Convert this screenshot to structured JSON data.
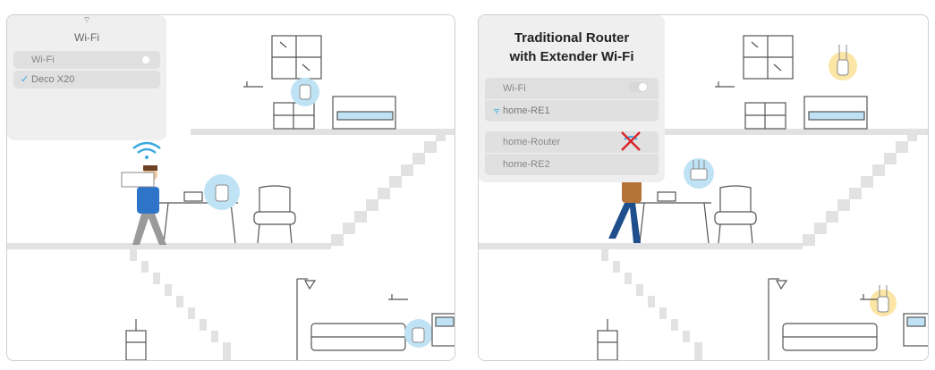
{
  "left_panel": {
    "card": {
      "title": "Wi-Fi",
      "wifi_toggle_label": "Wi-Fi",
      "networks": [
        {
          "name": "Deco X20",
          "selected": true
        }
      ]
    }
  },
  "right_panel": {
    "card": {
      "title_line1": "Traditional Router",
      "title_line2": "with Extender Wi-Fi",
      "wifi_toggle_label": "Wi-Fi",
      "connected_network": "home-RE1",
      "other_networks": [
        {
          "name": "home-Router",
          "blocked": true
        },
        {
          "name": "home-RE2",
          "blocked": false
        }
      ]
    }
  },
  "colors": {
    "deco_glow": "#bfe3f5",
    "extender_glow": "#fbe6a6",
    "stairs": "#e2e2e2",
    "check": "#3aa7e0",
    "blocked_x": "#d9262b",
    "shirt_left": "#2e74c9",
    "shirt_right": "#b5733a"
  }
}
